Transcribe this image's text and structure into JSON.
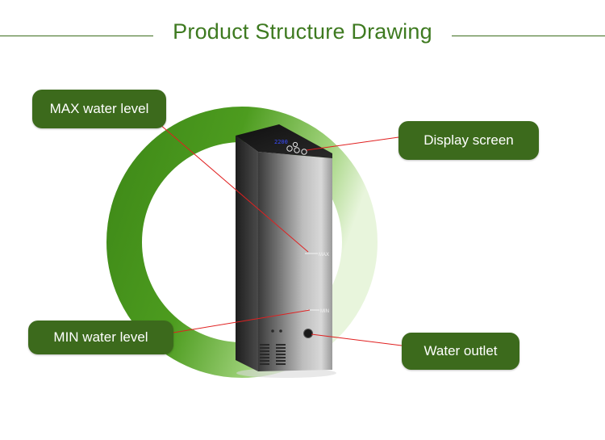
{
  "title": "Product Structure Drawing",
  "callouts": {
    "max_water_level": "MAX water level",
    "display_screen": "Display screen",
    "min_water_level": "MIN water level",
    "water_outlet": "Water outlet"
  },
  "device_marks": {
    "max": "MAX",
    "min": "MIN",
    "display_readout": "2200"
  },
  "colors": {
    "title_green": "#3e7a20",
    "callout_green": "#3c6a1c",
    "ring_green": "#4f9a1e",
    "leader_red": "#e02020",
    "display_blue": "#3a4cff"
  }
}
